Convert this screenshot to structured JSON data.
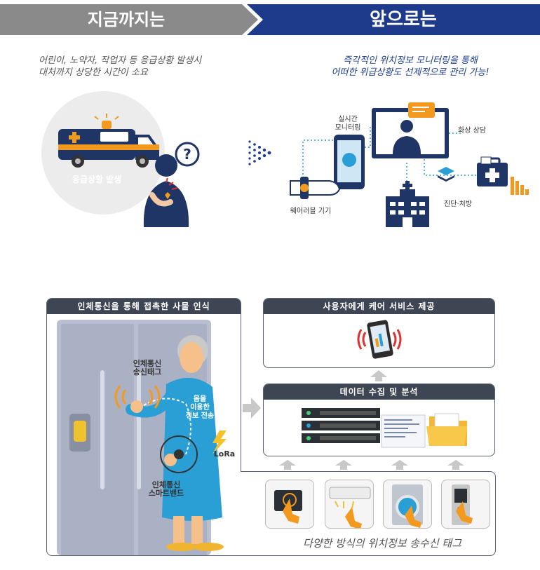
{
  "banner": {
    "left_title": "지금까지는",
    "right_title": "앞으로는",
    "left_color": "#8a8a8a",
    "right_color": "#1e3a8a"
  },
  "current": {
    "description_line1": "어린이, 노약자, 작업자 등 응급상황 발생시",
    "description_line2": "대처까지 상당한 시간이 소요",
    "ambulance_label": "응급상황 발생",
    "question_icon": "question-mark-icon"
  },
  "future": {
    "description_line1": "즉각적인 위치정보 모니터링을 통해",
    "description_line2": "어떠한 위급상황도 선제적으로 관리 가능!",
    "realtime_monitoring_line1": "실시간",
    "realtime_monitoring_line2": "모니터링",
    "video_consult": "화상 상담",
    "wearable_device": "웨어러블 기기",
    "diagnosis_prescription": "진단·처방"
  },
  "bottom": {
    "left_panel_title": "인체통신을 통해 접촉한 사물 인식",
    "tag_label_line1": "인체통신",
    "tag_label_line2": "송신태그",
    "signal_label_line1": "몸을",
    "signal_label_line2": "이용한",
    "signal_label_line3": "정보 전송",
    "lora_label": "LoRa",
    "band_label_line1": "인체통신",
    "band_label_line2": "스마트밴드",
    "care_panel_title": "사용자에게 케어 서비스 제공",
    "data_panel_title": "데이터 수집 및 분석",
    "tags_caption": "다양한 방식의 위치정보 송수신 태그"
  },
  "colors": {
    "accent_orange": "#f39a1e",
    "navy": "#1f3566",
    "panel_header": "#3f4653",
    "cyan": "#2a9fd6"
  }
}
